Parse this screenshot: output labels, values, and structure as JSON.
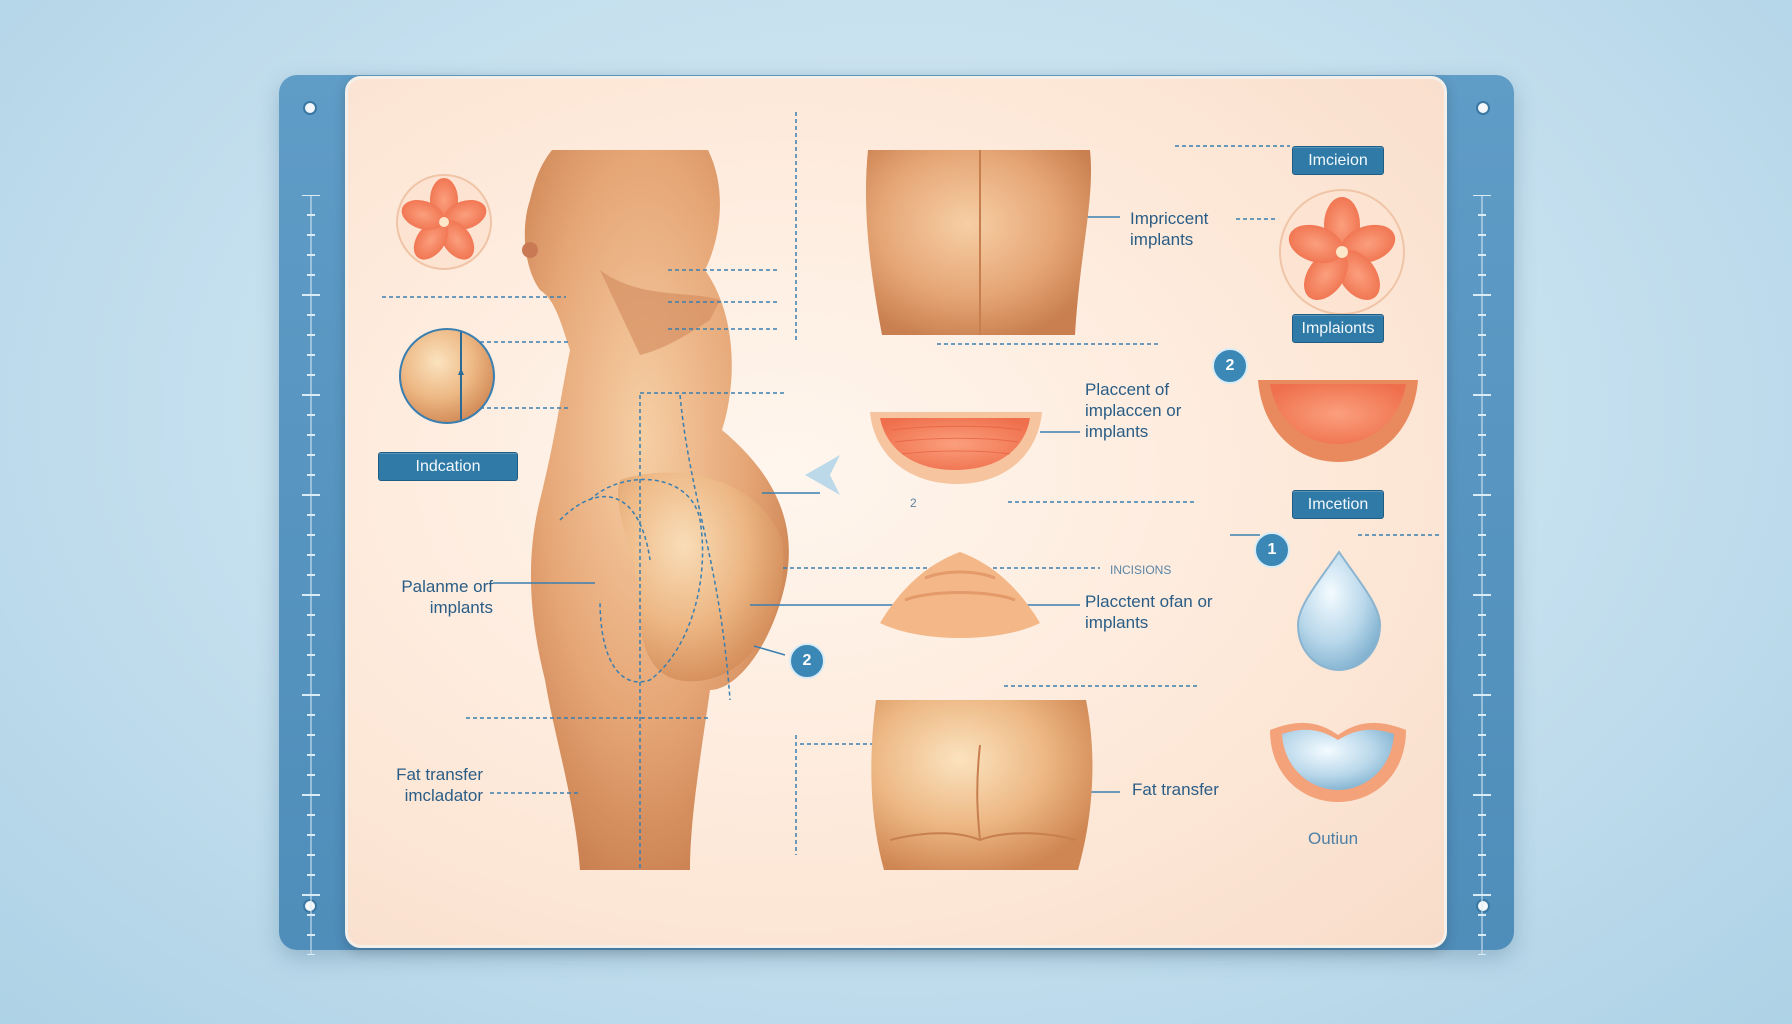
{
  "labels": {
    "implants_top": "Impriccent implants",
    "placement_mid": "Placcent of implaccen or implants",
    "placement_cone": "Placctent ofan or implants",
    "palanme": "Palanme orf implants",
    "fat_transfer_left": "Fat transfer imcladator",
    "fat_transfer_right": "Fat transfer",
    "outline": "Outiun",
    "incisions": "INCISIONS",
    "small_two": "2"
  },
  "tags": {
    "top_right": "Imcieion",
    "implants": "Implaionts",
    "left": "Indcation",
    "right_mid": "Imcetion"
  },
  "badges": {
    "one": "1",
    "two_right": "2",
    "two_body": "2"
  },
  "colors": {
    "board": "#4f8dba",
    "accent": "#2f7aa6",
    "skin": "#e8a877",
    "tissue": "#f27f5e"
  },
  "icons": [
    "gland-icon",
    "cross-section-icon",
    "arrow-left-icon",
    "implant-drop-icon",
    "implant-cup-icon"
  ]
}
